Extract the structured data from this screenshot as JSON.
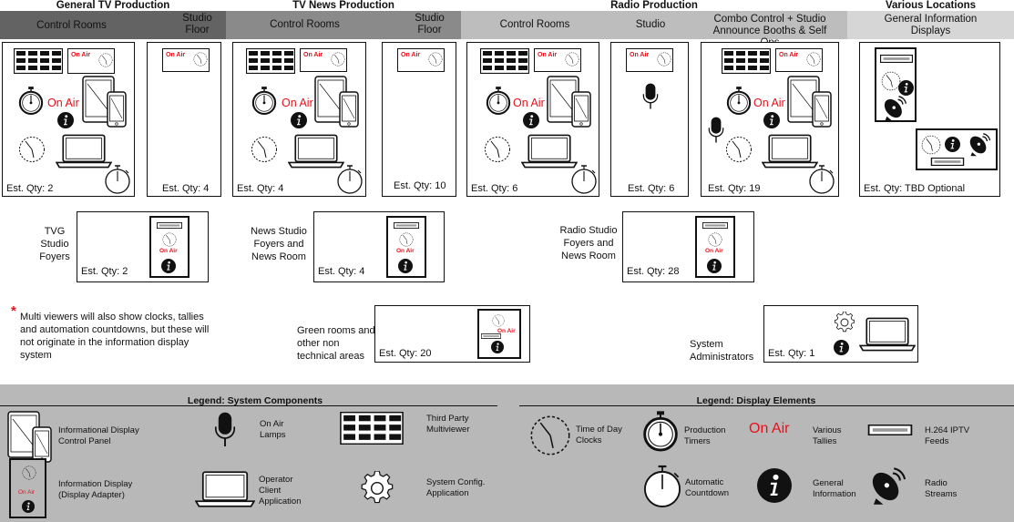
{
  "groups": {
    "general_tv": "General TV Production",
    "tv_news": "TV News Production",
    "radio": "Radio Production",
    "various": "Various Locations"
  },
  "bands": {
    "gtv_control": "Control Rooms",
    "gtv_studio": "Studio Floor",
    "news_control": "Control Rooms",
    "news_studio": "Studio Floor",
    "radio_control": "Control Rooms",
    "radio_studio": "Studio",
    "combo": "Combo Control + Studio Announce Booths & Self Ops",
    "general_info": "General Information Displays"
  },
  "boxes": {
    "gtv_control_qty": "Est. Qty: 2",
    "gtv_studio_qty": "Est. Qty: 4",
    "news_control_qty": "Est. Qty: 4",
    "news_studio_qty": "Est. Qty: 10",
    "radio_control_qty": "Est. Qty: 6",
    "radio_studio_qty": "Est. Qty: 6",
    "combo_qty": "Est. Qty: 19",
    "general_info_qty": "Est. Qty: TBD Optional",
    "tvg_foyers_label": "TVG Studio Foyers",
    "tvg_foyers_qty": "Est. Qty: 2",
    "news_foyers_label": "News Studio Foyers and News Room",
    "news_foyers_qty": "Est. Qty: 4",
    "radio_foyers_label": "Radio Studio Foyers and News Room",
    "radio_foyers_qty": "Est. Qty: 28",
    "green_rooms_label": "Green rooms and other non technical areas",
    "green_rooms_qty": "Est. Qty: 20",
    "sysadmin_label": "System Administrators",
    "sysadmin_qty": "Est. Qty: 1"
  },
  "note": {
    "asterisk": "*",
    "text": "Multi viewers will also show clocks, tallies and automation countdowns, but these will not originate in the information display system"
  },
  "mini_on_air": "On Air",
  "big_on_air": "On Air",
  "legend_components": {
    "title": "Legend: System Components",
    "info_control_panel": "Informational Display Control Panel",
    "on_air_lamps": "On Air Lamps",
    "multiviewer": "Third Party Multiviewer",
    "info_display": "Information Display (Display Adapter)",
    "operator_client": "Operator Client Application",
    "sys_config": "System Config. Application"
  },
  "legend_elements": {
    "title": "Legend: Display Elements",
    "time_of_day": "Time of Day Clocks",
    "production_timers": "Production Timers",
    "on_air": "On Air",
    "various_tallies": "Various Tallies",
    "iptv": "H.264 IPTV Feeds",
    "auto_countdown": "Automatic Countdown",
    "general_info": "General Information",
    "radio_streams": "Radio Streams"
  },
  "colors": {
    "on_air_red": "#e8101a",
    "band_dark": "#636363",
    "band_mid": "#8a8a8a",
    "band_light": "#bdbdbd",
    "band_pale": "#d6d6d6",
    "legend_bg": "#b8b8b8"
  }
}
